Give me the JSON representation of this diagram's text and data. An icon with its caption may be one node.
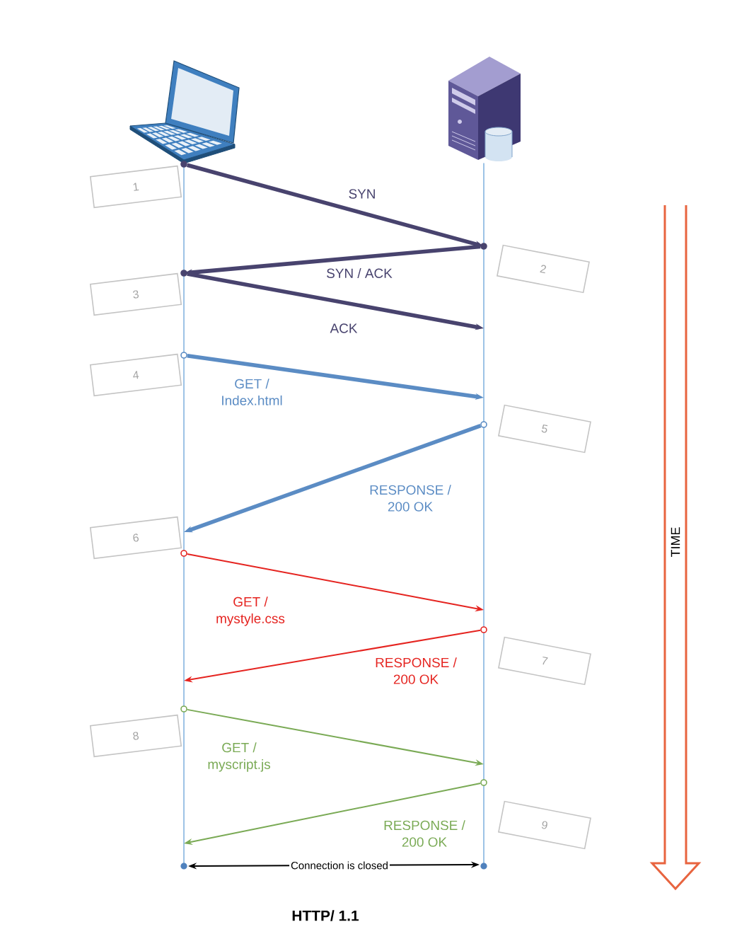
{
  "diagram": {
    "caption": "HTTP/ 1.1",
    "nodes": [
      {
        "text": [],
        "shape": "picture"
      },
      {
        "text": [],
        "shape": "picture"
      },
      {
        "text": [
          "1"
        ]
      },
      {
        "text": [
          "2"
        ]
      },
      {
        "text": [
          "3"
        ]
      },
      {
        "text": [
          "4"
        ]
      },
      {
        "text": [
          "5"
        ]
      },
      {
        "text": [
          "6"
        ]
      },
      {
        "text": [
          "7"
        ]
      },
      {
        "text": [
          "8"
        ]
      },
      {
        "text": [
          "9"
        ]
      }
    ],
    "edges": [
      {
        "from": 0,
        "to": 1,
        "arrow": "to",
        "label": "SYN",
        "style": "thick",
        "color": "#48436e"
      },
      {
        "from": 1,
        "to": 0,
        "arrow": "to",
        "label": "SYN / ACK",
        "style": "thick",
        "color": "#48436e"
      },
      {
        "from": 0,
        "to": 1,
        "arrow": "to",
        "label": "ACK",
        "style": "thick",
        "color": "#48436e"
      },
      {
        "from": 0,
        "to": 1,
        "arrow": "to",
        "label": "GET / Index.html",
        "style": "thick",
        "color": "#5b8cc4"
      },
      {
        "from": 1,
        "to": 0,
        "arrow": "to",
        "label": "RESPONSE / 200 OK",
        "style": "thick",
        "color": "#5b8cc4"
      },
      {
        "from": 0,
        "to": 1,
        "arrow": "to",
        "label": "GET / mystyle.css",
        "color": "#e52420"
      },
      {
        "from": 1,
        "to": 0,
        "arrow": "to",
        "label": "RESPONSE / 200 OK",
        "color": "#e52420"
      },
      {
        "from": 0,
        "to": 1,
        "arrow": "to",
        "label": "GET / myscript.js",
        "color": "#7aaa55"
      },
      {
        "from": 1,
        "to": 0,
        "arrow": "to",
        "label": "RESPONSE / 200 OK",
        "color": "#7aaa55"
      },
      {
        "from": 0,
        "to": 1,
        "arrow": "both",
        "label": "Connection is closed",
        "color": "#000000"
      }
    ],
    "labels": [
      "TIME"
    ]
  }
}
